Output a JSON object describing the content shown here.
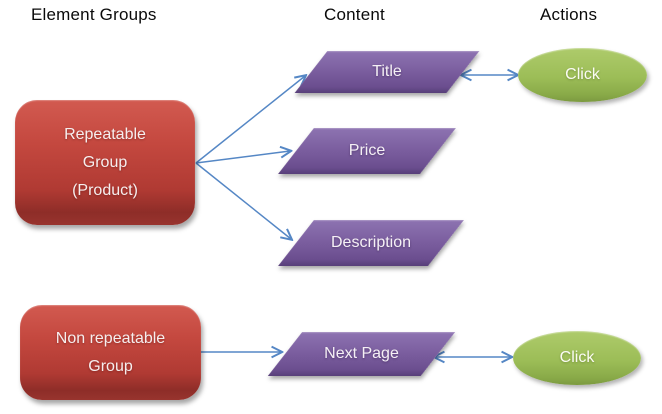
{
  "headers": [
    {
      "label": "Element Groups"
    },
    {
      "label": "Content"
    },
    {
      "label": "Actions"
    }
  ],
  "nodes": {
    "repeatable_group": {
      "lines": [
        "Repeatable",
        "Group",
        "(Product)"
      ],
      "shape": "rounded-rectangle",
      "color": "#c0504d"
    },
    "nonrepeatable_group": {
      "lines": [
        "Non repeatable",
        "Group"
      ],
      "shape": "rounded-rectangle",
      "color": "#c0504d"
    },
    "content": [
      {
        "label": "Title",
        "shape": "parallelogram",
        "color": "#8064a2"
      },
      {
        "label": "Price",
        "shape": "parallelogram",
        "color": "#8064a2"
      },
      {
        "label": "Description",
        "shape": "parallelogram",
        "color": "#8064a2"
      },
      {
        "label": "Next Page",
        "shape": "parallelogram",
        "color": "#8064a2"
      }
    ],
    "actions": [
      {
        "label": "Click",
        "shape": "ellipse",
        "color": "#9bbb59"
      },
      {
        "label": "Click",
        "shape": "ellipse",
        "color": "#9bbb59"
      }
    ]
  },
  "edges": [
    {
      "from": "Repeatable Group (Product)",
      "to": "Title",
      "direction": "one-way"
    },
    {
      "from": "Repeatable Group (Product)",
      "to": "Price",
      "direction": "one-way"
    },
    {
      "from": "Repeatable Group (Product)",
      "to": "Description",
      "direction": "one-way"
    },
    {
      "from": "Title",
      "to": "Click",
      "direction": "two-way"
    },
    {
      "from": "Non repeatable Group",
      "to": "Next Page",
      "direction": "one-way"
    },
    {
      "from": "Next Page",
      "to": "Click",
      "direction": "two-way"
    }
  ],
  "colors": {
    "group_red": "#c0504d",
    "content_purple": "#8064a2",
    "action_green": "#9bbb59",
    "arrow_blue": "#5587c5",
    "header_text": "#0a0a0a",
    "background": "#ffffff"
  }
}
